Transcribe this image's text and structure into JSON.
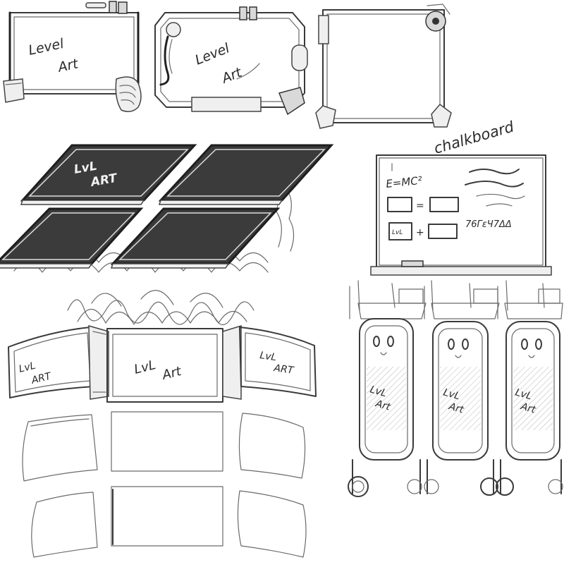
{
  "labels": {
    "frame1": [
      "Level",
      "Art"
    ],
    "frame2": [
      "Level",
      "Art"
    ],
    "chalkboard_title": "chalkboard",
    "chalk_formula": "E=MC²",
    "chalk_box_text": "LvL",
    "chalk_scribble": "76ΓεЧ7ΔΔ",
    "lvl_art": [
      "LvL",
      "ART"
    ],
    "banner_center": [
      "LvL",
      "Art"
    ],
    "banner_left": [
      "LvL",
      "ART"
    ],
    "banner_right": [
      "LvL",
      "ART"
    ],
    "tank": [
      "LvL",
      "Art"
    ]
  },
  "colors": {
    "background": "#ffffff",
    "ink": "#3a3a3a",
    "panel_dark": "#3b3b3b",
    "chalk": "#f2f2f2"
  }
}
